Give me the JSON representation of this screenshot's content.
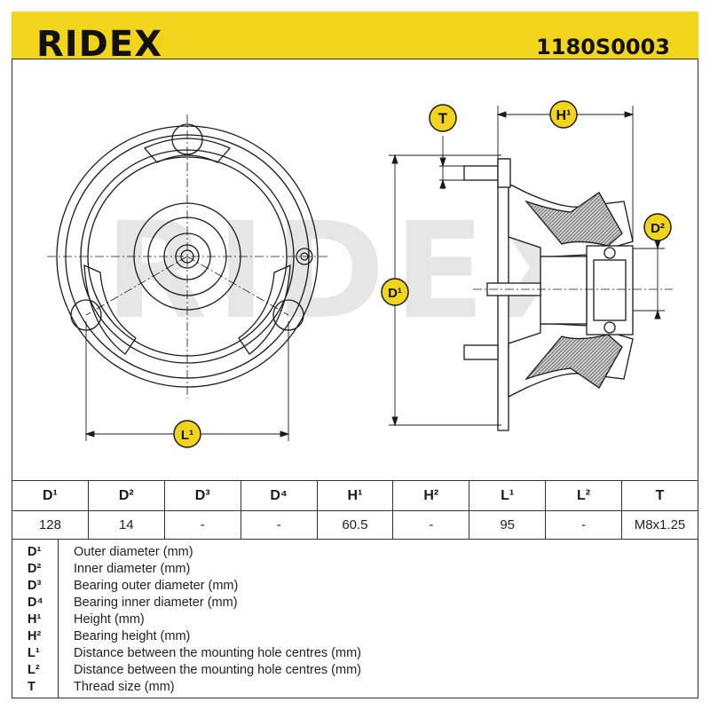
{
  "header": {
    "brand": "RIDEX",
    "part_number": "1180S0003",
    "bg_color": "#f2d41b"
  },
  "drawing": {
    "watermark": "RIDEX",
    "labels": {
      "T": "T",
      "H1": "H¹",
      "D2": "D²",
      "D1": "D¹",
      "L1": "L¹"
    },
    "badge_color": "#f2d41b"
  },
  "spec_table": {
    "headers": [
      "D¹",
      "D²",
      "D³",
      "D⁴",
      "H¹",
      "H²",
      "L¹",
      "L²",
      "T"
    ],
    "values": [
      "128",
      "14",
      "-",
      "-",
      "60.5",
      "-",
      "95",
      "-",
      "M8x1.25"
    ]
  },
  "legend": [
    {
      "code": "D¹",
      "desc": "Outer diameter (mm)"
    },
    {
      "code": "D²",
      "desc": "Inner diameter (mm)"
    },
    {
      "code": "D³",
      "desc": "Bearing outer diameter (mm)"
    },
    {
      "code": "D⁴",
      "desc": "Bearing inner diameter (mm)"
    },
    {
      "code": "H¹",
      "desc": "Height (mm)"
    },
    {
      "code": "H²",
      "desc": "Bearing height (mm)"
    },
    {
      "code": "L¹",
      "desc": "Distance between the mounting hole centres (mm)"
    },
    {
      "code": "L²",
      "desc": "Distance between the mounting hole centres (mm)"
    },
    {
      "code": "T",
      "desc": "Thread size (mm)"
    }
  ]
}
